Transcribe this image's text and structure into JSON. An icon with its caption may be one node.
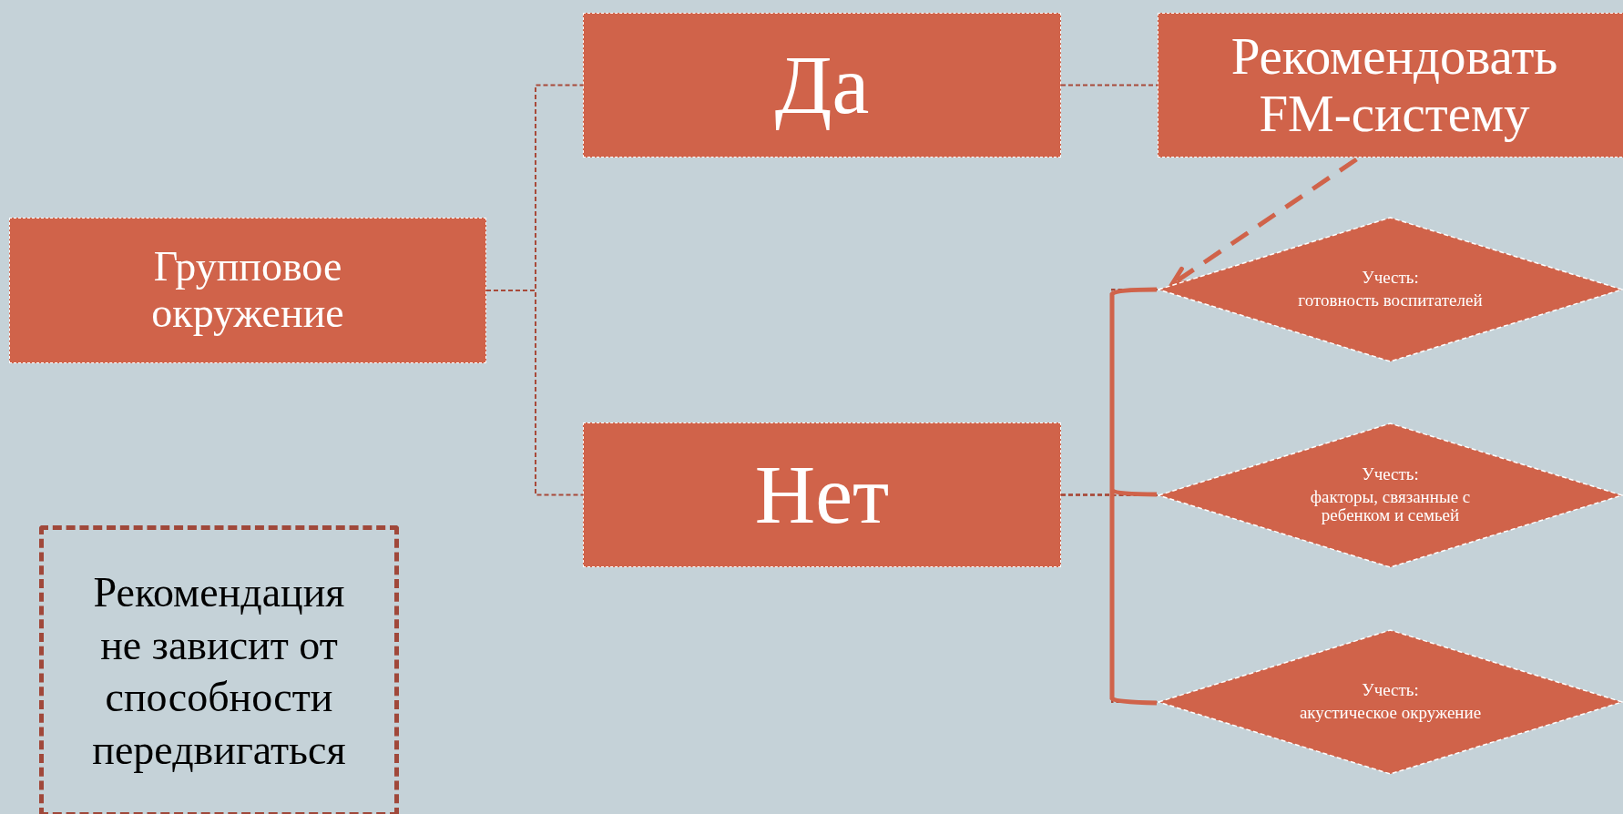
{
  "diagram": {
    "nodes": [
      {
        "text": [
          "Групповое окружение"
        ]
      },
      {
        "text": [
          "Да"
        ]
      },
      {
        "text": [
          "Рекомендовать FM-систему"
        ]
      },
      {
        "text": [
          "Нет"
        ]
      },
      {
        "text": [
          "Учесть:",
          "готовность воспитателей"
        ]
      },
      {
        "text": [
          "Учесть:",
          "факторы, связанные с ребенком и семьей"
        ]
      },
      {
        "text": [
          "Учесть:",
          "акустическое окружение"
        ]
      },
      {
        "text": [
          "Рекомендация не зависит от способности передвигаться"
        ]
      }
    ],
    "edges": [
      {
        "from": 0,
        "to": 1,
        "arrow": "none",
        "style": "dashed"
      },
      {
        "from": 0,
        "to": 3,
        "arrow": "none",
        "style": "dashed"
      },
      {
        "from": 1,
        "to": 2,
        "arrow": "none",
        "style": "dashed"
      },
      {
        "from": 3,
        "to": 4,
        "arrow": "none",
        "style": "dashed"
      },
      {
        "from": 3,
        "to": 5,
        "arrow": "none",
        "style": "dashed"
      },
      {
        "from": 3,
        "to": 6,
        "arrow": "none",
        "style": "dashed"
      },
      {
        "from": 2,
        "to": 4,
        "arrow": "to",
        "style": "dashed",
        "color": "#d0634a"
      }
    ]
  }
}
